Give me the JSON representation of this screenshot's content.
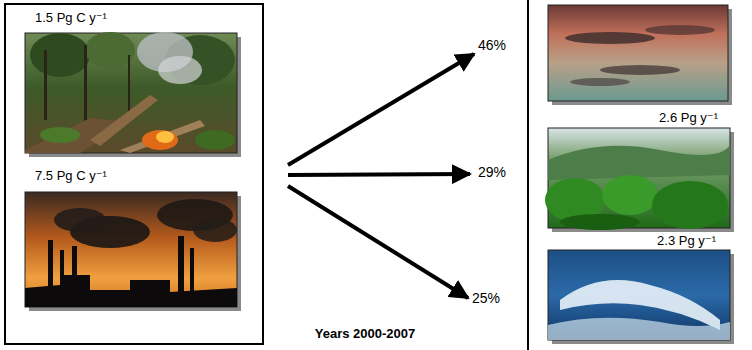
{
  "diagram": {
    "nodes": [
      {
        "text": [
          "1.5 Pg C y⁻¹"
        ]
      },
      {
        "text": [
          "7.5 Pg C y⁻¹"
        ]
      },
      {
        "text": [
          "2.6 Pg y⁻¹"
        ]
      },
      {
        "text": [
          "2.3 Pg y⁻¹"
        ]
      }
    ],
    "labels": [
      "46%",
      "29%",
      "25%",
      "Years 2000-2007"
    ]
  }
}
